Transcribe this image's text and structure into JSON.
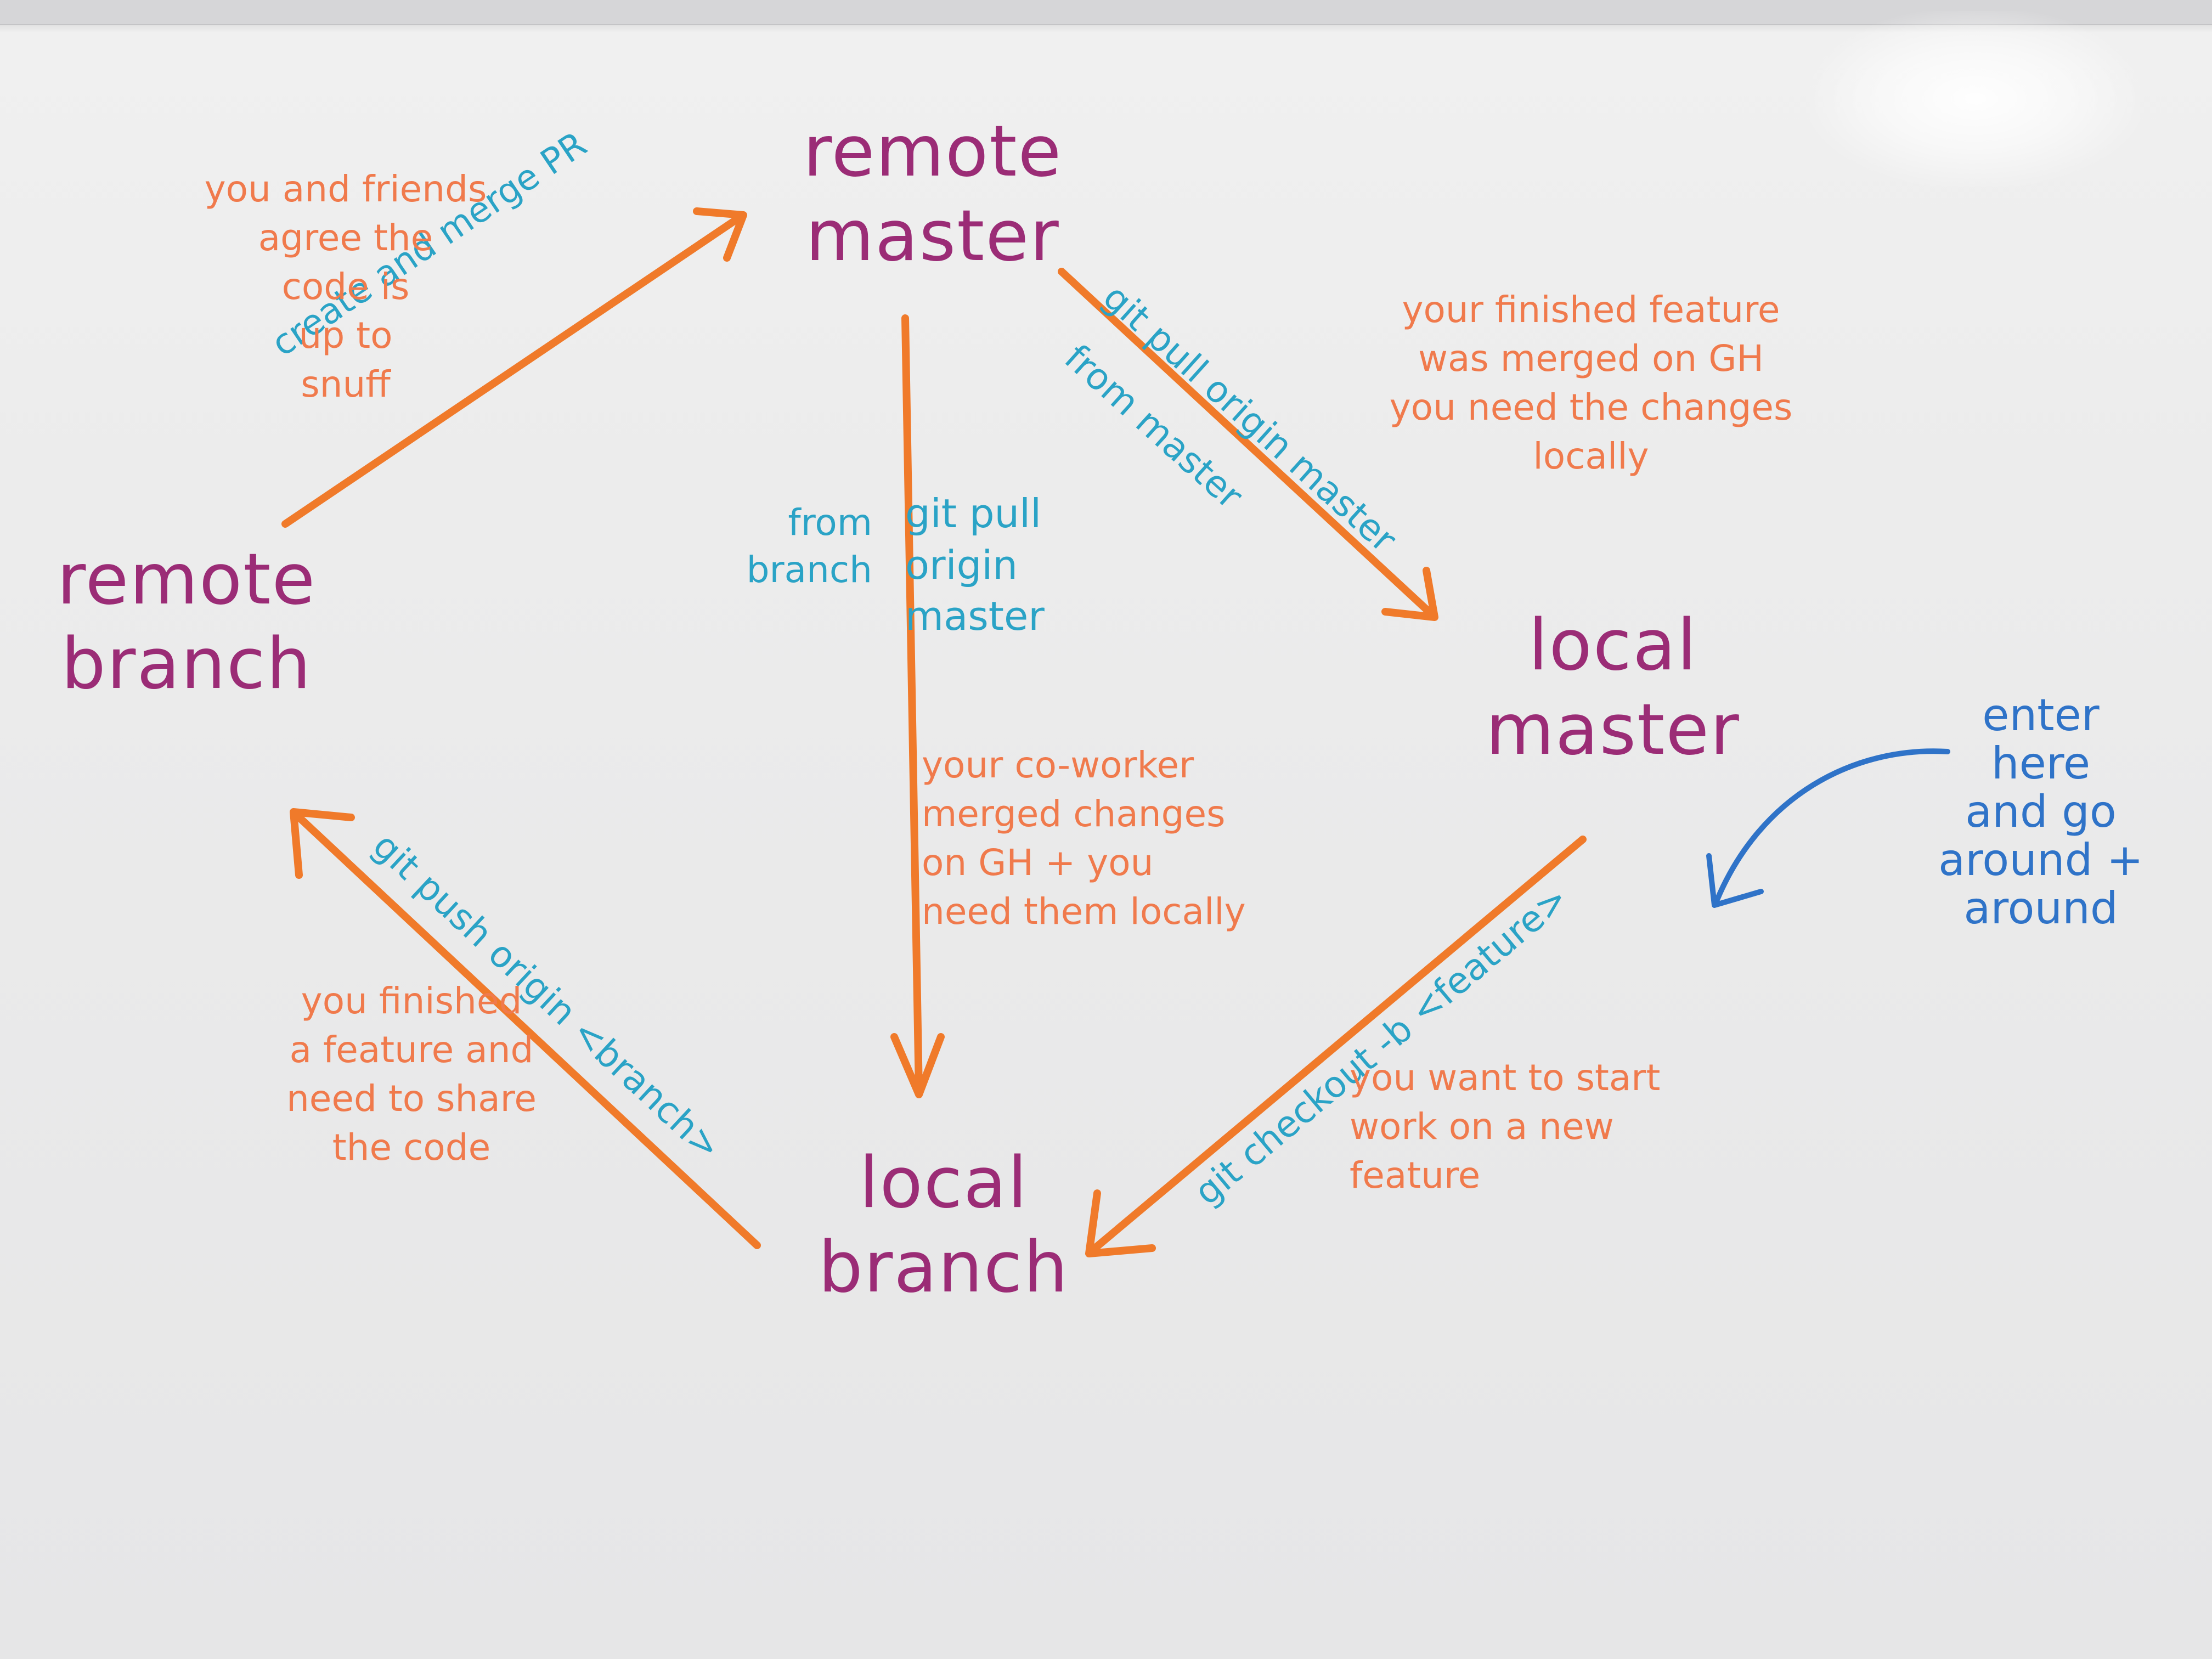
{
  "nodes": {
    "remote_master": "remote\nmaster",
    "local_master": "local\nmaster",
    "local_branch": "local\nbranch",
    "remote_branch": "remote\nbranch"
  },
  "edges": {
    "remote_branch_to_remote_master": {
      "command": "create and merge PR",
      "note": "you and friends\nagree the\ncode is\nup to\nsnuff"
    },
    "remote_master_to_local_master": {
      "command_line1": "git pull origin master",
      "command_line2": "from master",
      "note": "your finished feature\nwas merged on GH\nyou need the changes\nlocally"
    },
    "remote_master_to_local_branch": {
      "command": "git pull\norigin\nmaster",
      "from_label": "from\nbranch",
      "note": "your co-worker\nmerged changes\non GH + you\nneed them locally"
    },
    "local_master_to_local_branch": {
      "command": "git checkout -b <feature>",
      "note": "you want to start\nwork on a new\nfeature"
    },
    "local_branch_to_remote_branch": {
      "command": "git push origin <branch>",
      "note": "you finished\na feature and\nneed to share\nthe code"
    }
  },
  "entry_note": "enter\nhere\nand go\naround +\naround",
  "colors": {
    "node": "#9b2c76",
    "arrow": "#f07a2a",
    "note": "#f07a4c",
    "command": "#2aa3c6",
    "entry": "#2f73c8",
    "board": "#ececec"
  }
}
